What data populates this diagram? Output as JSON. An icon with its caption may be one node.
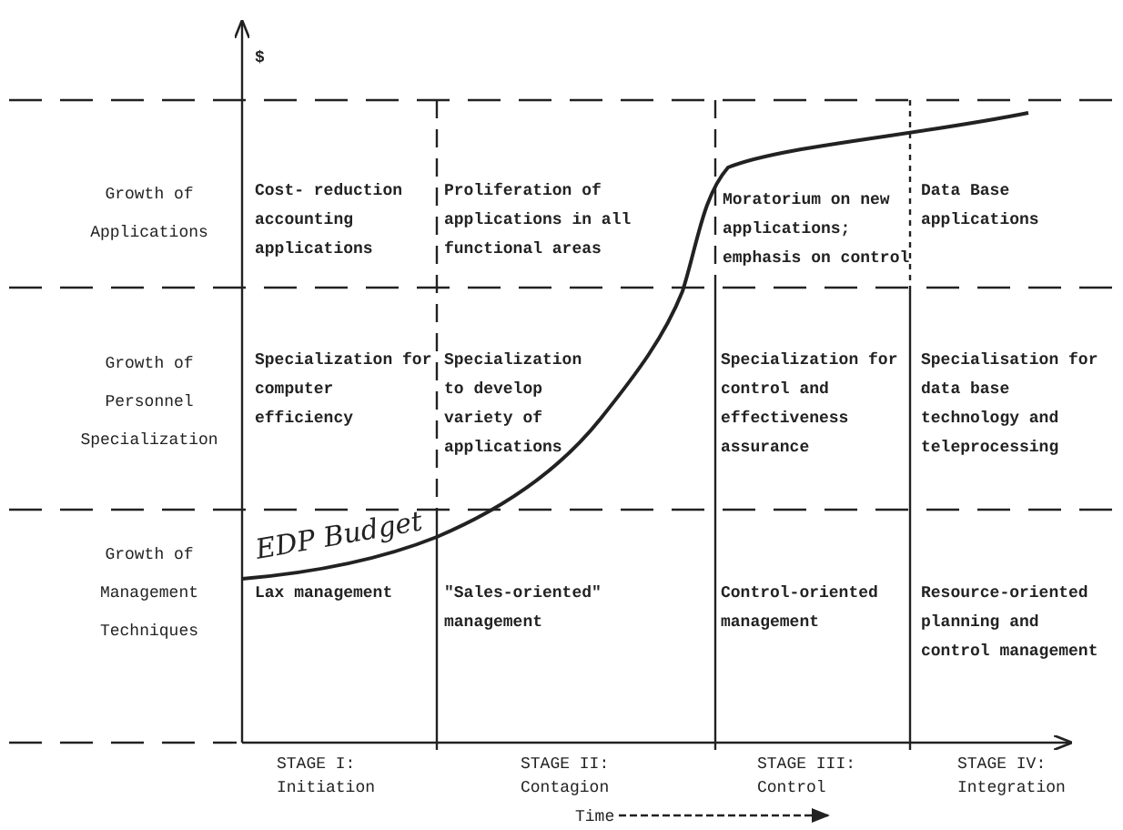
{
  "diagram": {
    "labels": [
      "$",
      "Growth of Applications",
      "Cost- reduction accounting applications",
      "Proliferation of applications in all functional areas",
      "Moratorium on new applications; emphasis on control",
      "Data Base applications",
      "Growth of Personnel Specialization",
      "Specialization for computer efficiency",
      "Specialization to develop variety of applications",
      "Specialization for control and effectiveness assurance",
      "Specialisation for data base technology and teleprocessing",
      "Growth of Management Techniques",
      "EDP Budget",
      "Lax management",
      "\"Sales-oriented\" management",
      "Control-oriented management",
      "Resource-oriented planning and control management",
      "STAGE I: Initiation",
      "STAGE II: Contagion",
      "STAGE III: Control",
      "STAGE IV: Integration",
      "Time"
    ]
  }
}
